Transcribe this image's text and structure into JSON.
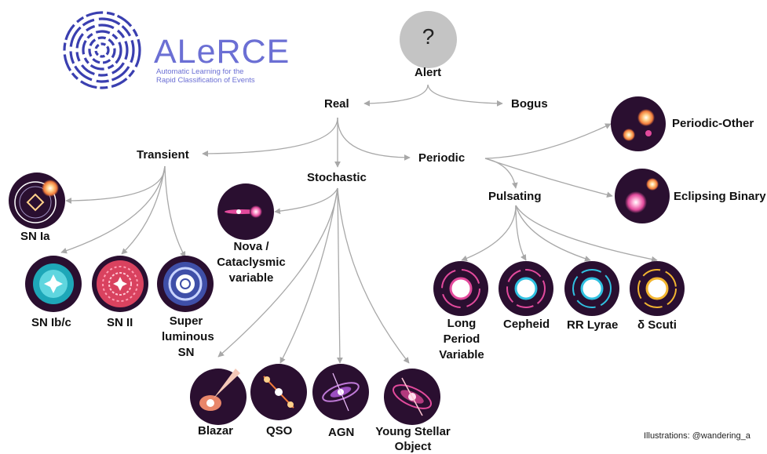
{
  "logo": {
    "title": "ALeRCE",
    "subtitle_line1": "Automatic Learning for the",
    "subtitle_line2": "Rapid Classification of Events"
  },
  "root": {
    "symbol": "?",
    "label": "Alert"
  },
  "nodes": {
    "real": "Real",
    "bogus": "Bogus",
    "transient": "Transient",
    "stochastic": "Stochastic",
    "periodic": "Periodic",
    "pulsating": "Pulsating",
    "periodic_other": "Periodic-Other",
    "eclipsing_binary": "Eclipsing Binary",
    "sn_ia": "SN Ia",
    "sn_ibc": "SN Ib/c",
    "sn_ii": "SN II",
    "slsn": [
      "Super",
      "luminous",
      "SN"
    ],
    "nova": [
      "Nova /",
      "Cataclysmic",
      "variable"
    ],
    "blazar": "Blazar",
    "qso": "QSO",
    "agn": "AGN",
    "yso": [
      "Young Stellar",
      "Object"
    ],
    "lpv": [
      "Long",
      "Period",
      "Variable"
    ],
    "cepheid": "Cepheid",
    "rr_lyrae": "RR Lyrae",
    "delta_scuti": "δ Scuti"
  },
  "credit": "Illustrations: @wandering_a",
  "colors": {
    "dark_circle": "#2a0f30",
    "line": "#a8a8a8",
    "logo": "#6b6fd4",
    "question_circle": "#c4c4c4"
  }
}
